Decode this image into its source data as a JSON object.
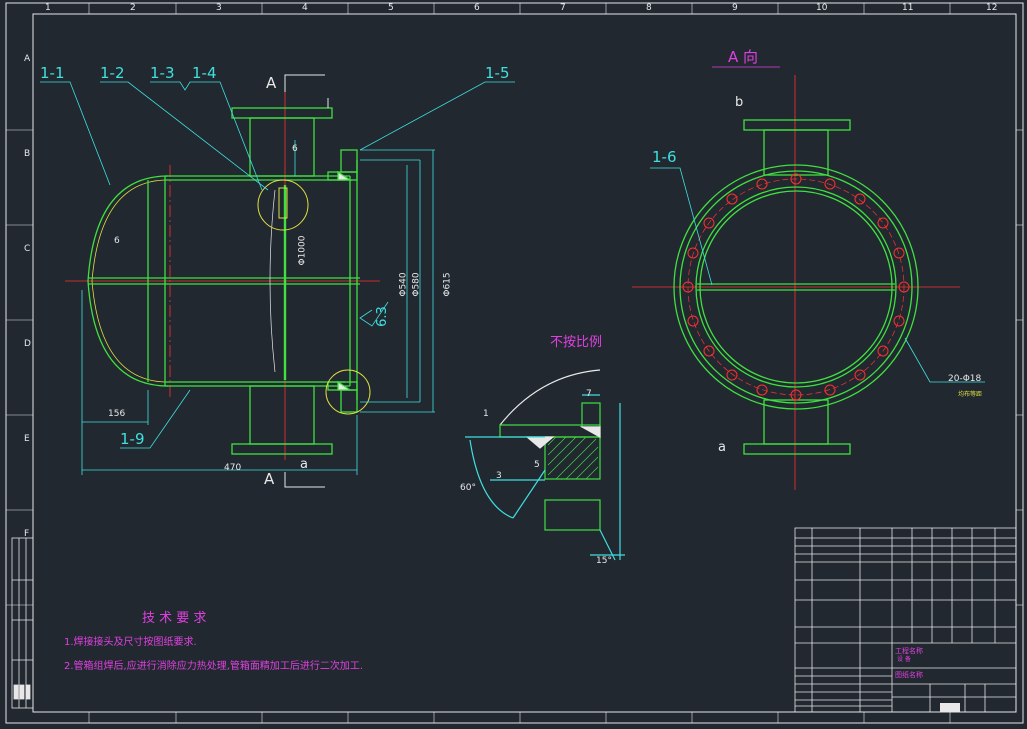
{
  "border": {
    "top_numbers": [
      "1",
      "2",
      "3",
      "4",
      "5",
      "6",
      "7",
      "8",
      "9",
      "10",
      "11",
      "12"
    ],
    "side_letters": [
      "A",
      "B",
      "C",
      "D",
      "E",
      "F"
    ]
  },
  "labels": {
    "l1_1": "1-1",
    "l1_2": "1-2",
    "l1_3": "1-3",
    "l1_4": "1-4",
    "l1_5": "1-5",
    "l1_6": "1-6",
    "l1_9": "1-9",
    "view_a_top": "A",
    "view_a_bottom": "A",
    "view_a_title": "A 向",
    "mark_a": "a",
    "mark_b": "b",
    "mark_a_right": "a"
  },
  "dimensions": {
    "d6_top": "6",
    "d6_left": "6",
    "d1000": "Φ1000",
    "d540": "Φ540",
    "d580": "Φ580",
    "d615": "Φ615",
    "d156": "156",
    "d470": "470",
    "roughness": "6.3",
    "holes": "20-Φ18",
    "holes_note": "均布等距"
  },
  "detail": {
    "title": "不按比例",
    "d1": "1",
    "d7": "7",
    "d3": "3",
    "d5": "5",
    "angle60": "60°",
    "angle15": "15°"
  },
  "requirements": {
    "title": "技 术 要 求",
    "line1": "1.焊接接头及尺寸按图纸要求.",
    "line2": "2.管箱组焊后,应进行消除应力热处理,管箱面精加工后进行二次加工."
  },
  "title_block": {
    "project": "工程名称",
    "drawing": "图纸名称",
    "equipment": "设 备"
  },
  "colors": {
    "background": "#212830",
    "green": "#40e040",
    "cyan": "#3fe0e0",
    "magenta": "#e040e0",
    "red": "#ff3030",
    "yellow": "#e0e040",
    "white": "#e8e8e8"
  }
}
